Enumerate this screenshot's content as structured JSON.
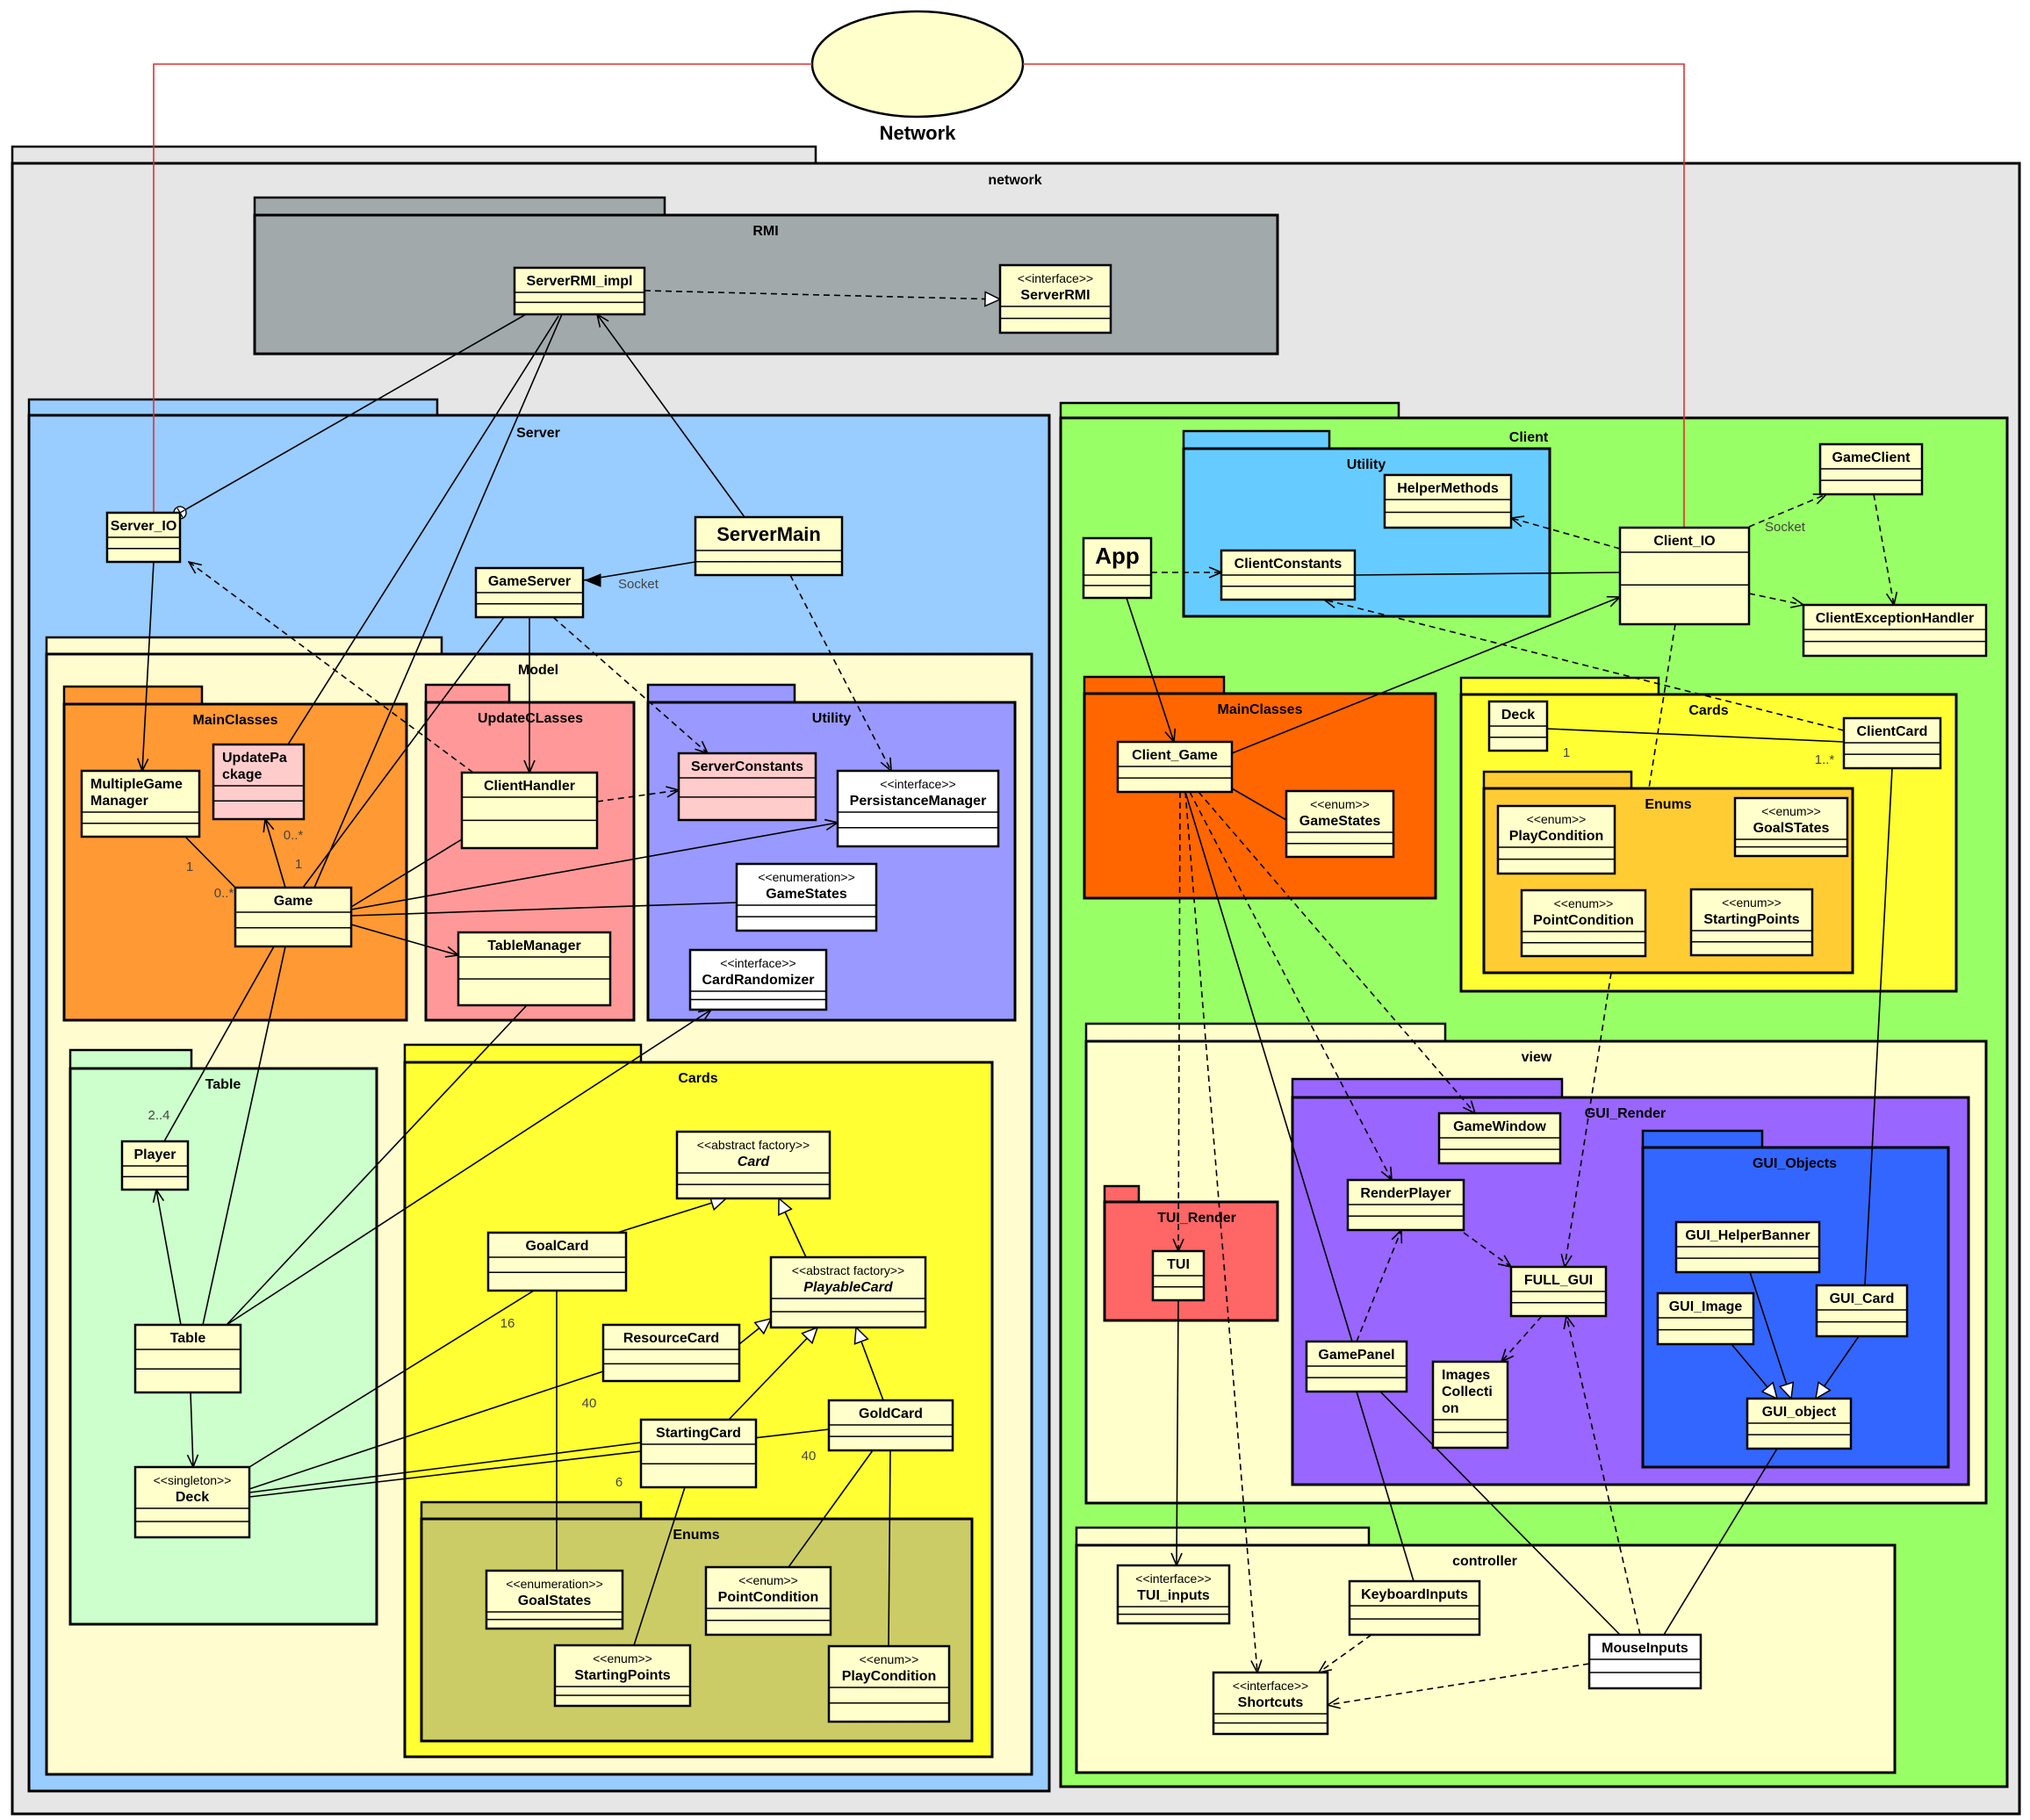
{
  "network_node": {
    "label": "Network"
  },
  "packages": {
    "network": "network",
    "rmi": "RMI",
    "server": "Server",
    "model": "Model",
    "model_mainclasses": "MainClasses",
    "model_updateclasses": "UpdateCLasses",
    "model_utility": "Utility",
    "model_table": "Table",
    "model_cards": "Cards",
    "model_cards_enums": "Enums",
    "client": "Client",
    "client_utility": "Utility",
    "client_mainclasses": "MainClasses",
    "client_cards": "Cards",
    "client_cards_enums": "Enums",
    "view": "view",
    "gui_render": "GUI_Render",
    "gui_objects": "GUI_Objects",
    "tui_render": "TUI_Render",
    "controller": "controller"
  },
  "classes": {
    "server_rmi_impl": {
      "name": "ServerRMI_impl"
    },
    "server_rmi": {
      "stereotype": "<<interface>>",
      "name": "ServerRMI"
    },
    "server_io": {
      "name": "Server_IO"
    },
    "server_main": {
      "name": "ServerMain"
    },
    "game_server": {
      "name": "GameServer"
    },
    "multiple_game_manager": {
      "name_line1": "MultipleGame",
      "name_line2": "Manager"
    },
    "update_package": {
      "name_line1": "UpdatePa",
      "name_line2": "ckage"
    },
    "game": {
      "name": "Game"
    },
    "client_handler": {
      "name": "ClientHandler"
    },
    "table_manager": {
      "name": "TableManager"
    },
    "server_constants": {
      "name": "ServerConstants"
    },
    "persistance_manager": {
      "stereotype": "<<interface>>",
      "name": "PersistanceManager"
    },
    "game_states_model": {
      "stereotype": "<<enumeration>>",
      "name": "GameStates"
    },
    "card_randomizer": {
      "stereotype": "<<interface>>",
      "name": "CardRandomizer"
    },
    "player": {
      "name": "Player"
    },
    "table": {
      "name": "Table"
    },
    "deck_model": {
      "stereotype": "<<singleton>>",
      "name": "Deck"
    },
    "card": {
      "stereotype": "<<abstract factory>>",
      "name": "Card"
    },
    "goal_card": {
      "name": "GoalCard"
    },
    "playable_card": {
      "stereotype": "<<abstract factory>>",
      "name": "PlayableCard"
    },
    "resource_card": {
      "name": "ResourceCard"
    },
    "starting_card": {
      "name": "StartingCard"
    },
    "gold_card": {
      "name": "GoldCard"
    },
    "goal_states_model": {
      "stereotype": "<<enumeration>>",
      "name": "GoalStates"
    },
    "point_condition_model": {
      "stereotype": "<<enum>>",
      "name": "PointCondition"
    },
    "starting_points_model": {
      "stereotype": "<<enum>>",
      "name": "StartingPoints"
    },
    "play_condition_model": {
      "stereotype": "<<enum>>",
      "name": "PlayCondition"
    },
    "helper_methods": {
      "name": "HelperMethods"
    },
    "client_constants": {
      "name": "ClientConstants"
    },
    "game_client": {
      "name": "GameClient"
    },
    "client_io": {
      "name": "Client_IO"
    },
    "app": {
      "name": "App"
    },
    "client_exception_handler": {
      "name": "ClientExceptionHandler"
    },
    "client_game": {
      "name": "Client_Game"
    },
    "game_states_client": {
      "stereotype": "<<enum>>",
      "name": "GameStates"
    },
    "deck_client": {
      "name": "Deck"
    },
    "client_card": {
      "name": "ClientCard"
    },
    "play_condition_client": {
      "stereotype": "<<enum>>",
      "name": "PlayCondition"
    },
    "goal_states_client": {
      "stereotype": "<<enum>>",
      "name": "GoalSTates"
    },
    "point_condition_client": {
      "stereotype": "<<enum>>",
      "name": "PointCondition"
    },
    "starting_points_client": {
      "stereotype": "<<enum>>",
      "name": "StartingPoints"
    },
    "game_window": {
      "name": "GameWindow"
    },
    "render_player": {
      "name": "RenderPlayer"
    },
    "full_gui": {
      "name": "FULL_GUI"
    },
    "game_panel": {
      "name": "GamePanel"
    },
    "images_collection": {
      "name_line1": "Images",
      "name_line2": "Collecti",
      "name_line3": "on"
    },
    "gui_helper_banner": {
      "name": "GUI_HelperBanner"
    },
    "gui_image": {
      "name": "GUI_Image"
    },
    "gui_card": {
      "name": "GUI_Card"
    },
    "gui_object": {
      "name": "GUI_object"
    },
    "tui": {
      "name": "TUI"
    },
    "tui_inputs": {
      "stereotype": "<<interface>>",
      "name": "TUI_inputs"
    },
    "keyboard_inputs": {
      "name": "KeyboardInputs"
    },
    "mouse_inputs": {
      "name": "MouseInputs"
    },
    "shortcuts": {
      "stereotype": "<<interface>>",
      "name": "Shortcuts"
    }
  },
  "labels": {
    "socket_server": "Socket",
    "socket_client": "Socket",
    "m_one_game": "1",
    "m_many_game": "0..*",
    "m_update_many": "0..*",
    "m_update_one": "1",
    "m_players": "2..4",
    "m_goal16": "16",
    "m_res40": "40",
    "m_start6": "6",
    "m_gold40": "40",
    "m_deck_one": "1",
    "m_deck_many": "1..*"
  },
  "colors": {
    "class_fill": "#ffffcc",
    "network_bg": "#e6e6e6",
    "rmi_bg": "#a2a9ab",
    "server_bg": "#99ccff",
    "model_bg": "#fffcd0",
    "main_orange": "#ff9933",
    "update_pink": "#ff9999",
    "utility_lavender": "#9999ff",
    "table_mint": "#ccffcc",
    "cards_yellow": "#ffff33",
    "enums_olive": "#cccc66",
    "client_green": "#99ff66",
    "client_utility_blue": "#66ccff",
    "client_main_orange": "#ff6600",
    "client_enums_gold": "#ffcc33",
    "view_bg": "#ffffcc",
    "gui_render_purple": "#9966ff",
    "gui_objects_blue": "#3366ff",
    "tui_render_red": "#ff6666",
    "link_red": "#e03030"
  }
}
